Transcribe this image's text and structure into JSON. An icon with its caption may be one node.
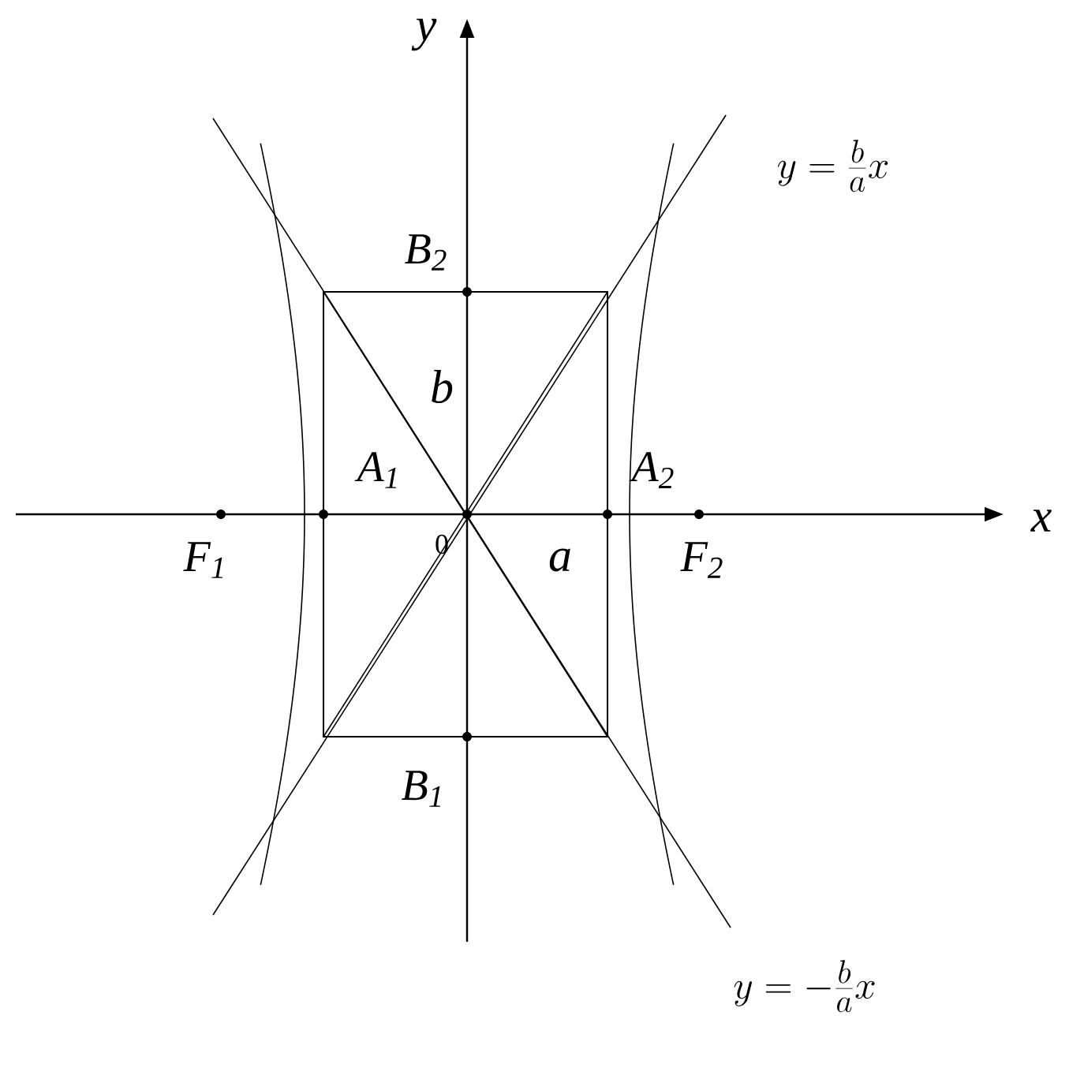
{
  "diagram": {
    "labels": [
      "y",
      "y=\\frac{b}{a}x",
      "B$_{2}$",
      "b",
      "A$_{1}$",
      "A$_{2}$",
      "x",
      "F$_{1}$",
      "0",
      "a",
      "F$_{2}$",
      "B$_{1}$",
      "y=-\\frac{b}{a}x"
    ]
  }
}
